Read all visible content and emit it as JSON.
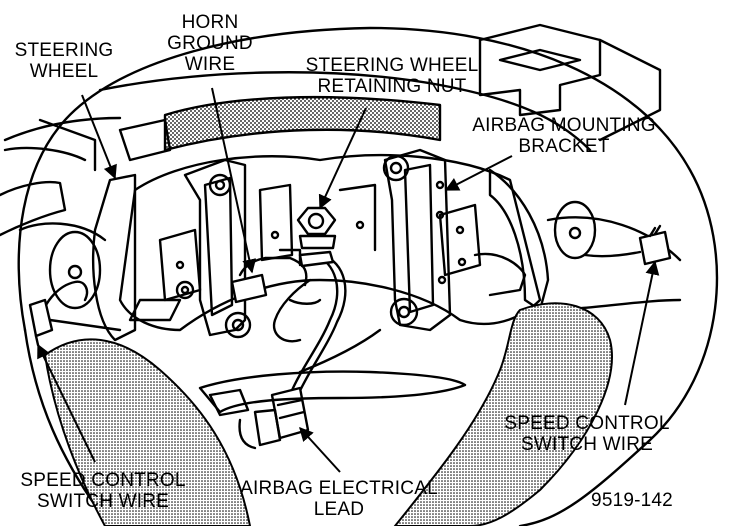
{
  "figure_id": "9519-142",
  "labels": {
    "steering_wheel": [
      "STEERING",
      "WHEEL"
    ],
    "horn_ground_wire": [
      "HORN",
      "GROUND",
      "WIRE"
    ],
    "retaining_nut": [
      "STEERING WHEEL",
      "RETAINING NUT"
    ],
    "airbag_bracket": [
      "AIRBAG MOUNTING",
      "BRACKET"
    ],
    "speed_control_right": [
      "SPEED CONTROL",
      "SWITCH WIRE"
    ],
    "speed_control_left": [
      "SPEED CONTROL",
      "SWITCH WIRE"
    ],
    "airbag_lead": [
      "AIRBAG ELECTRICAL",
      "LEAD"
    ]
  },
  "colors": {
    "ink": "#000000",
    "paper": "#ffffff"
  }
}
